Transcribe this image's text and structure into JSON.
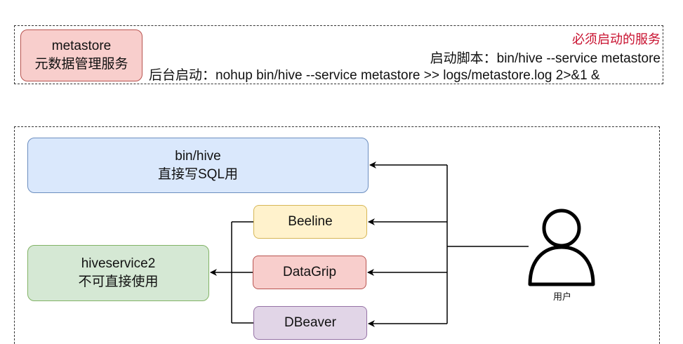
{
  "top": {
    "metastore_title": "metastore",
    "metastore_subtitle": "元数据管理服务",
    "required_label": "必须启动的服务",
    "start_script": "启动脚本：bin/hive --service metastore",
    "bg_start": "后台启动：nohup bin/hive --service metastore >> logs/metastore.log 2>&1 &"
  },
  "bottom": {
    "hive_cli_title": "bin/hive",
    "hive_cli_subtitle": "直接写SQL用",
    "hiveserver2_title": "hiveservice2",
    "hiveserver2_subtitle": "不可直接使用",
    "clients": [
      {
        "label": "Beeline"
      },
      {
        "label": "DataGrip"
      },
      {
        "label": "DBeaver"
      }
    ],
    "user_label": "用户"
  },
  "colors": {
    "metastore_fill": "#f8cecc",
    "hive_cli_fill": "#dae8fc",
    "hiveserver2_fill": "#d5e8d4",
    "beeline_fill": "#fff2cc",
    "datagrip_fill": "#f8cecc",
    "dbeaver_fill": "#e1d5e7",
    "required_text": "#c8102e"
  },
  "icons": {
    "user": "user-icon"
  }
}
